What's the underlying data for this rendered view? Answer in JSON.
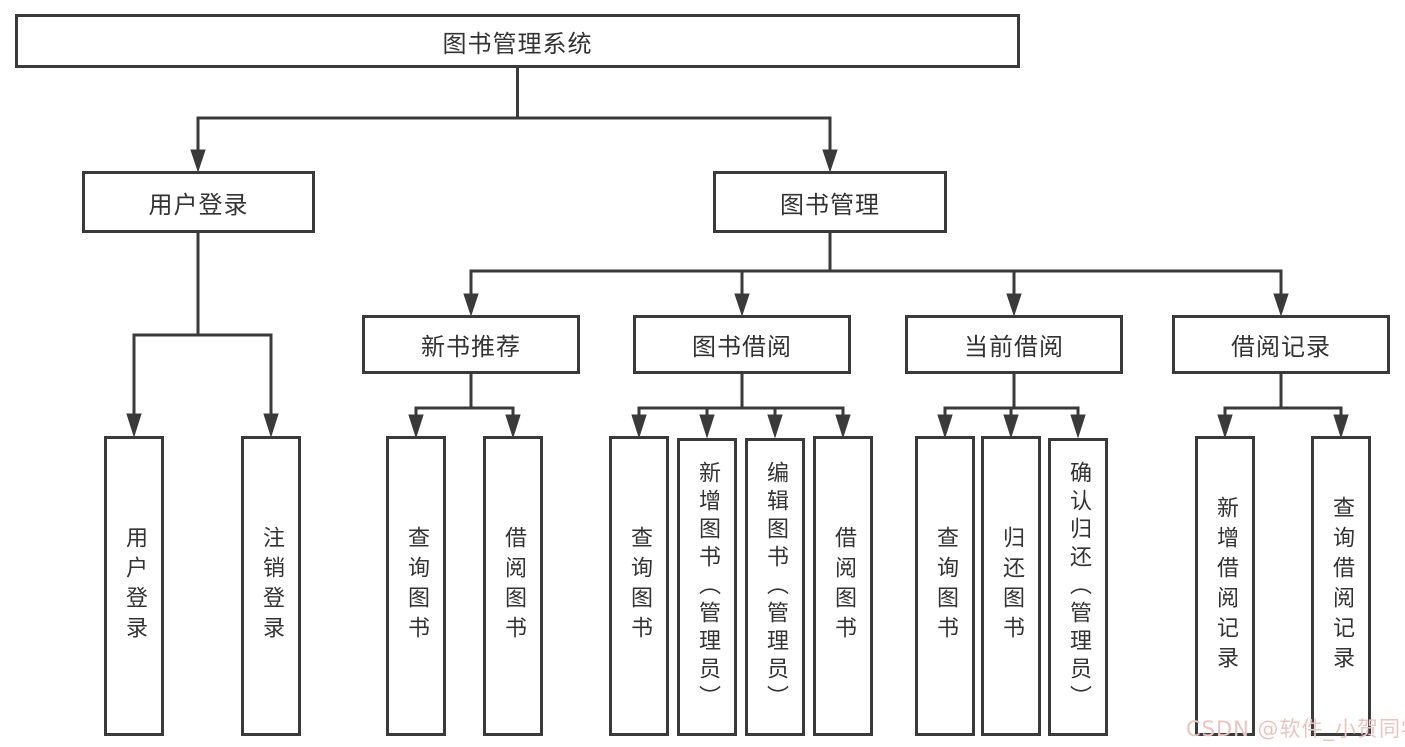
{
  "diagram": {
    "title": "图书管理系统",
    "watermark": "CSDN @软件_小贺同学",
    "colors": {
      "line": "#3a3a3a",
      "border": "#3a3a3a",
      "text": "#333333",
      "background": "#ffffff",
      "watermark": "#eac5c0"
    },
    "level2": [
      {
        "label": "用户登录"
      },
      {
        "label": "图书管理"
      }
    ],
    "level3": [
      {
        "label": "新书推荐"
      },
      {
        "label": "图书借阅"
      },
      {
        "label": "当前借阅"
      },
      {
        "label": "借阅记录"
      }
    ],
    "leaves": {
      "user_login": [
        "用户登录",
        "注销登录"
      ],
      "new_book_recommend": [
        "查询图书",
        "借阅图书"
      ],
      "book_borrow": [
        "查询图书",
        "新增图书（管理员）",
        "编辑图书（管理员）",
        "借阅图书"
      ],
      "current_borrow": [
        "查询图书",
        "归还图书",
        "确认归还（管理员）"
      ],
      "borrow_records": [
        "新增借阅记录",
        "查询借阅记录"
      ]
    }
  }
}
